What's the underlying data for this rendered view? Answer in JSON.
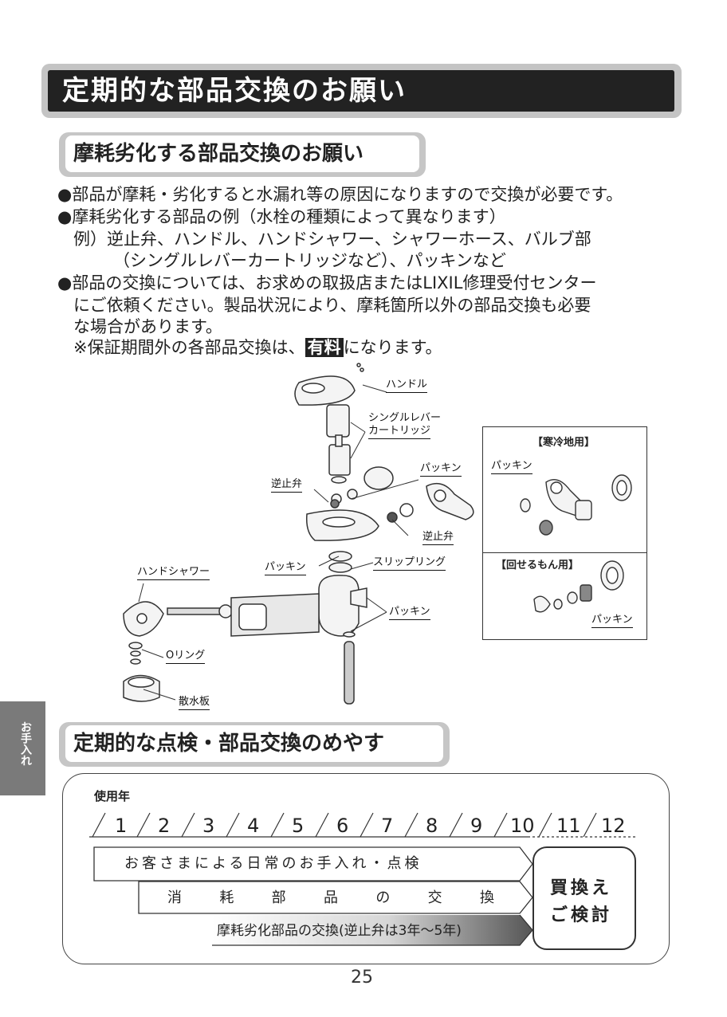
{
  "page_title": "定期的な部品交換のお願い",
  "section1": {
    "heading": "摩耗劣化する部品交換のお願い",
    "lines": [
      "●部品が摩耗・劣化すると水漏れ等の原因になりますので交換が必要です。",
      "●摩耗劣化する部品の例（水栓の種類によって異なります）",
      "例）逆止弁、ハンドル、ハンドシャワー、シャワーホース、バルブ部",
      "（シングルレバーカートリッジなど）、パッキンなど",
      "●部品の交換については、お求めの取扱店またはLIXIL修理受付センター",
      "にご依頼ください。製品状況により、摩耗箇所以外の部品交換も必要",
      "な場合があります。"
    ],
    "note_prefix": "※保証期間外の各部品交換は、",
    "note_highlight": "有料",
    "note_suffix": "になります。"
  },
  "diagram": {
    "labels": {
      "handle": "ハンドル",
      "cartridge_1": "シングルレバー",
      "cartridge_2": "カートリッジ",
      "packing_top": "パッキン",
      "check_valve_left": "逆止弁",
      "check_valve_right": "逆止弁",
      "hand_shower": "ハンドシャワー",
      "packing_mid": "パッキン",
      "slip_ring": "スリップリング",
      "packing_bottom": "パッキン",
      "o_ring": "Oリング",
      "spray_plate": "散水板"
    },
    "inset_cold": {
      "title": "【寒冷地用】",
      "label": "パッキン"
    },
    "inset_rotate": {
      "title": "【回せるもん用】",
      "label": "パッキン"
    }
  },
  "side_tab": "お手入れ",
  "section2": {
    "heading": "定期的な点検・部品交換のめやす",
    "year_label": "使用年",
    "years": [
      "1",
      "2",
      "3",
      "4",
      "5",
      "6",
      "7",
      "8",
      "9",
      "10",
      "11",
      "12"
    ],
    "bar1": "お客さまによる日常のお手入れ・点検",
    "bar2_chars": [
      "消",
      "耗",
      "部",
      "品",
      "の",
      "交",
      "換"
    ],
    "bar3": "摩耗劣化部品の交換(逆止弁は3年〜5年)",
    "final_box_line1": "買換え",
    "final_box_line2": "ご検討"
  },
  "page_number": "25"
}
